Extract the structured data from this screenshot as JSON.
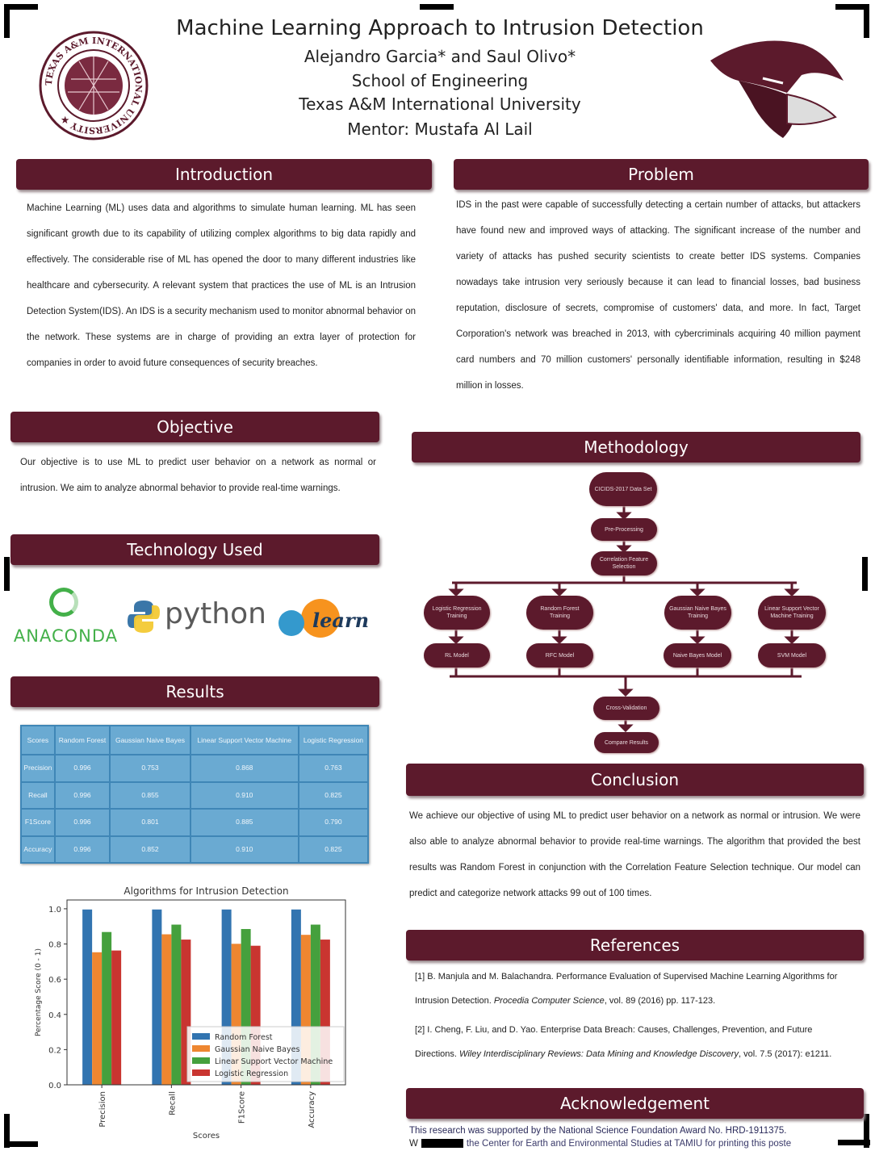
{
  "header": {
    "title": "Machine Learning Approach to Intrusion Detection",
    "authors": "Alejandro Garcia* and Saul Olivo*",
    "school": "School of Engineering",
    "university": "Texas A&M International University",
    "mentor": "Mentor: Mustafa Al Lail",
    "seal_text": "TEXAS A&M INTERNATIONAL UNIVERSITY"
  },
  "introduction": {
    "heading": "Introduction",
    "body": "Machine Learning (ML) uses data and algorithms to simulate human learning. ML has seen significant growth due to its capability of utilizing complex algorithms to big data rapidly and effectively. The considerable rise of ML has opened the door to many different industries like healthcare and cybersecurity. A relevant system that practices the use of ML is an Intrusion Detection System(IDS). An IDS is a security mechanism used to monitor abnormal behavior on the network. These systems are in charge of providing an extra layer of protection for companies in order to avoid future consequences of security breaches."
  },
  "problem": {
    "heading": "Problem",
    "body": "IDS in the past were capable of successfully detecting a certain number of attacks, but attackers have found new and improved ways of attacking. The significant increase of the number and variety of attacks has pushed security scientists to create better IDS systems. Companies nowadays take intrusion very seriously because it can lead to financial losses, bad business reputation, disclosure of secrets, compromise of customers' data, and more. In fact, Target Corporation's network was breached in 2013, with cybercriminals acquiring 40 million payment card numbers and 70 million customers' personally identifiable information, resulting in $248 million in losses."
  },
  "objective": {
    "heading": "Objective",
    "body": "Our objective is to use ML to predict user behavior on a network as normal or intrusion. We aim to analyze abnormal behavior to provide real-time warnings."
  },
  "technology": {
    "heading": "Technology Used",
    "logos": [
      "ANACONDA",
      "python",
      "learn"
    ]
  },
  "results": {
    "heading": "Results",
    "table": {
      "headers": [
        "Scores",
        "Random Forest",
        "Gaussian Naive Bayes",
        "Linear Support Vector Machine",
        "Logistic Regression"
      ],
      "rows": [
        [
          "Precision",
          "0.996",
          "0.753",
          "0.868",
          "0.763"
        ],
        [
          "Recall",
          "0.996",
          "0.855",
          "0.910",
          "0.825"
        ],
        [
          "F1Score",
          "0.996",
          "0.801",
          "0.885",
          "0.790"
        ],
        [
          "Accuracy",
          "0.996",
          "0.852",
          "0.910",
          "0.825"
        ]
      ]
    }
  },
  "chart_data": {
    "type": "bar",
    "title": "Algorithms for Intrusion Detection",
    "xlabel": "Scores",
    "ylabel": "Percentage Score (0 - 1)",
    "categories": [
      "Precision",
      "Recall",
      "F1Score",
      "Accuracy"
    ],
    "series": [
      {
        "name": "Random Forest",
        "color": "#3274b0",
        "values": [
          0.996,
          0.996,
          0.996,
          0.996
        ]
      },
      {
        "name": "Gaussian Naive Bayes",
        "color": "#ee8630",
        "values": [
          0.753,
          0.855,
          0.801,
          0.852
        ]
      },
      {
        "name": "Linear Support Vector Machine",
        "color": "#45a03d",
        "values": [
          0.868,
          0.91,
          0.885,
          0.91
        ]
      },
      {
        "name": "Logistic Regression",
        "color": "#c93530",
        "values": [
          0.763,
          0.825,
          0.79,
          0.825
        ]
      }
    ],
    "yticks": [
      "0.0",
      "0.2",
      "0.4",
      "0.6",
      "0.8",
      "1.0"
    ],
    "ylim": [
      0,
      1.05
    ],
    "legend": "lower-right"
  },
  "methodology": {
    "heading": "Methodology",
    "nodes": {
      "dataset": "CICIDS-2017 Data Set",
      "preprocessing": "Pre-Processing",
      "feature_selection": "Correlation Feature Selection",
      "lr_train": "Logistic Regression Training",
      "rf_train": "Random Forest Training",
      "gnb_train": "Gaussian Naive Bayes Training",
      "svm_train": "Linear Support Vector Machine Training",
      "lr_model": "RL Model",
      "rf_model": "RFC Model",
      "gnb_model": "Naive Bayes Model",
      "svm_model": "SVM Model",
      "cv": "Cross-Validation",
      "compare": "Compare Results"
    }
  },
  "conclusion": {
    "heading": "Conclusion",
    "body": "We achieve our objective of using ML to predict user behavior on a network as normal or intrusion. We were also able to analyze abnormal behavior to provide real-time warnings. The algorithm that provided the best results was Random Forest in conjunction with the Correlation Feature Selection technique. Our model can predict and categorize network attacks 99 out of 100 times."
  },
  "references": {
    "heading": "References",
    "items": [
      {
        "plain": "[1] B. Manjula and M. Balachandra. Performance Evaluation of Supervised Machine Learning Algorithms for Intrusion Detection. ",
        "italic": "Procedia Computer Science",
        "tail": ", vol. 89 (2016) pp. 117-123."
      },
      {
        "plain": "[2] I. Cheng, F. Liu, and D. Yao. Enterprise Data Breach: Causes, Challenges, Prevention, and Future Directions. ",
        "italic": "Wiley Interdisciplinary Reviews: Data Mining and Knowledge Discovery",
        "tail": ", vol. 7.5 (2017): e1211."
      }
    ]
  },
  "acknowledgement": {
    "heading": "Acknowledgement",
    "line1": "This research was supported by the National Science Foundation Award No. HRD-1911375.",
    "line2_start": "W",
    "line2_end": "the Center for Earth and Environmental Studies at TAMIU for printing this poste"
  }
}
